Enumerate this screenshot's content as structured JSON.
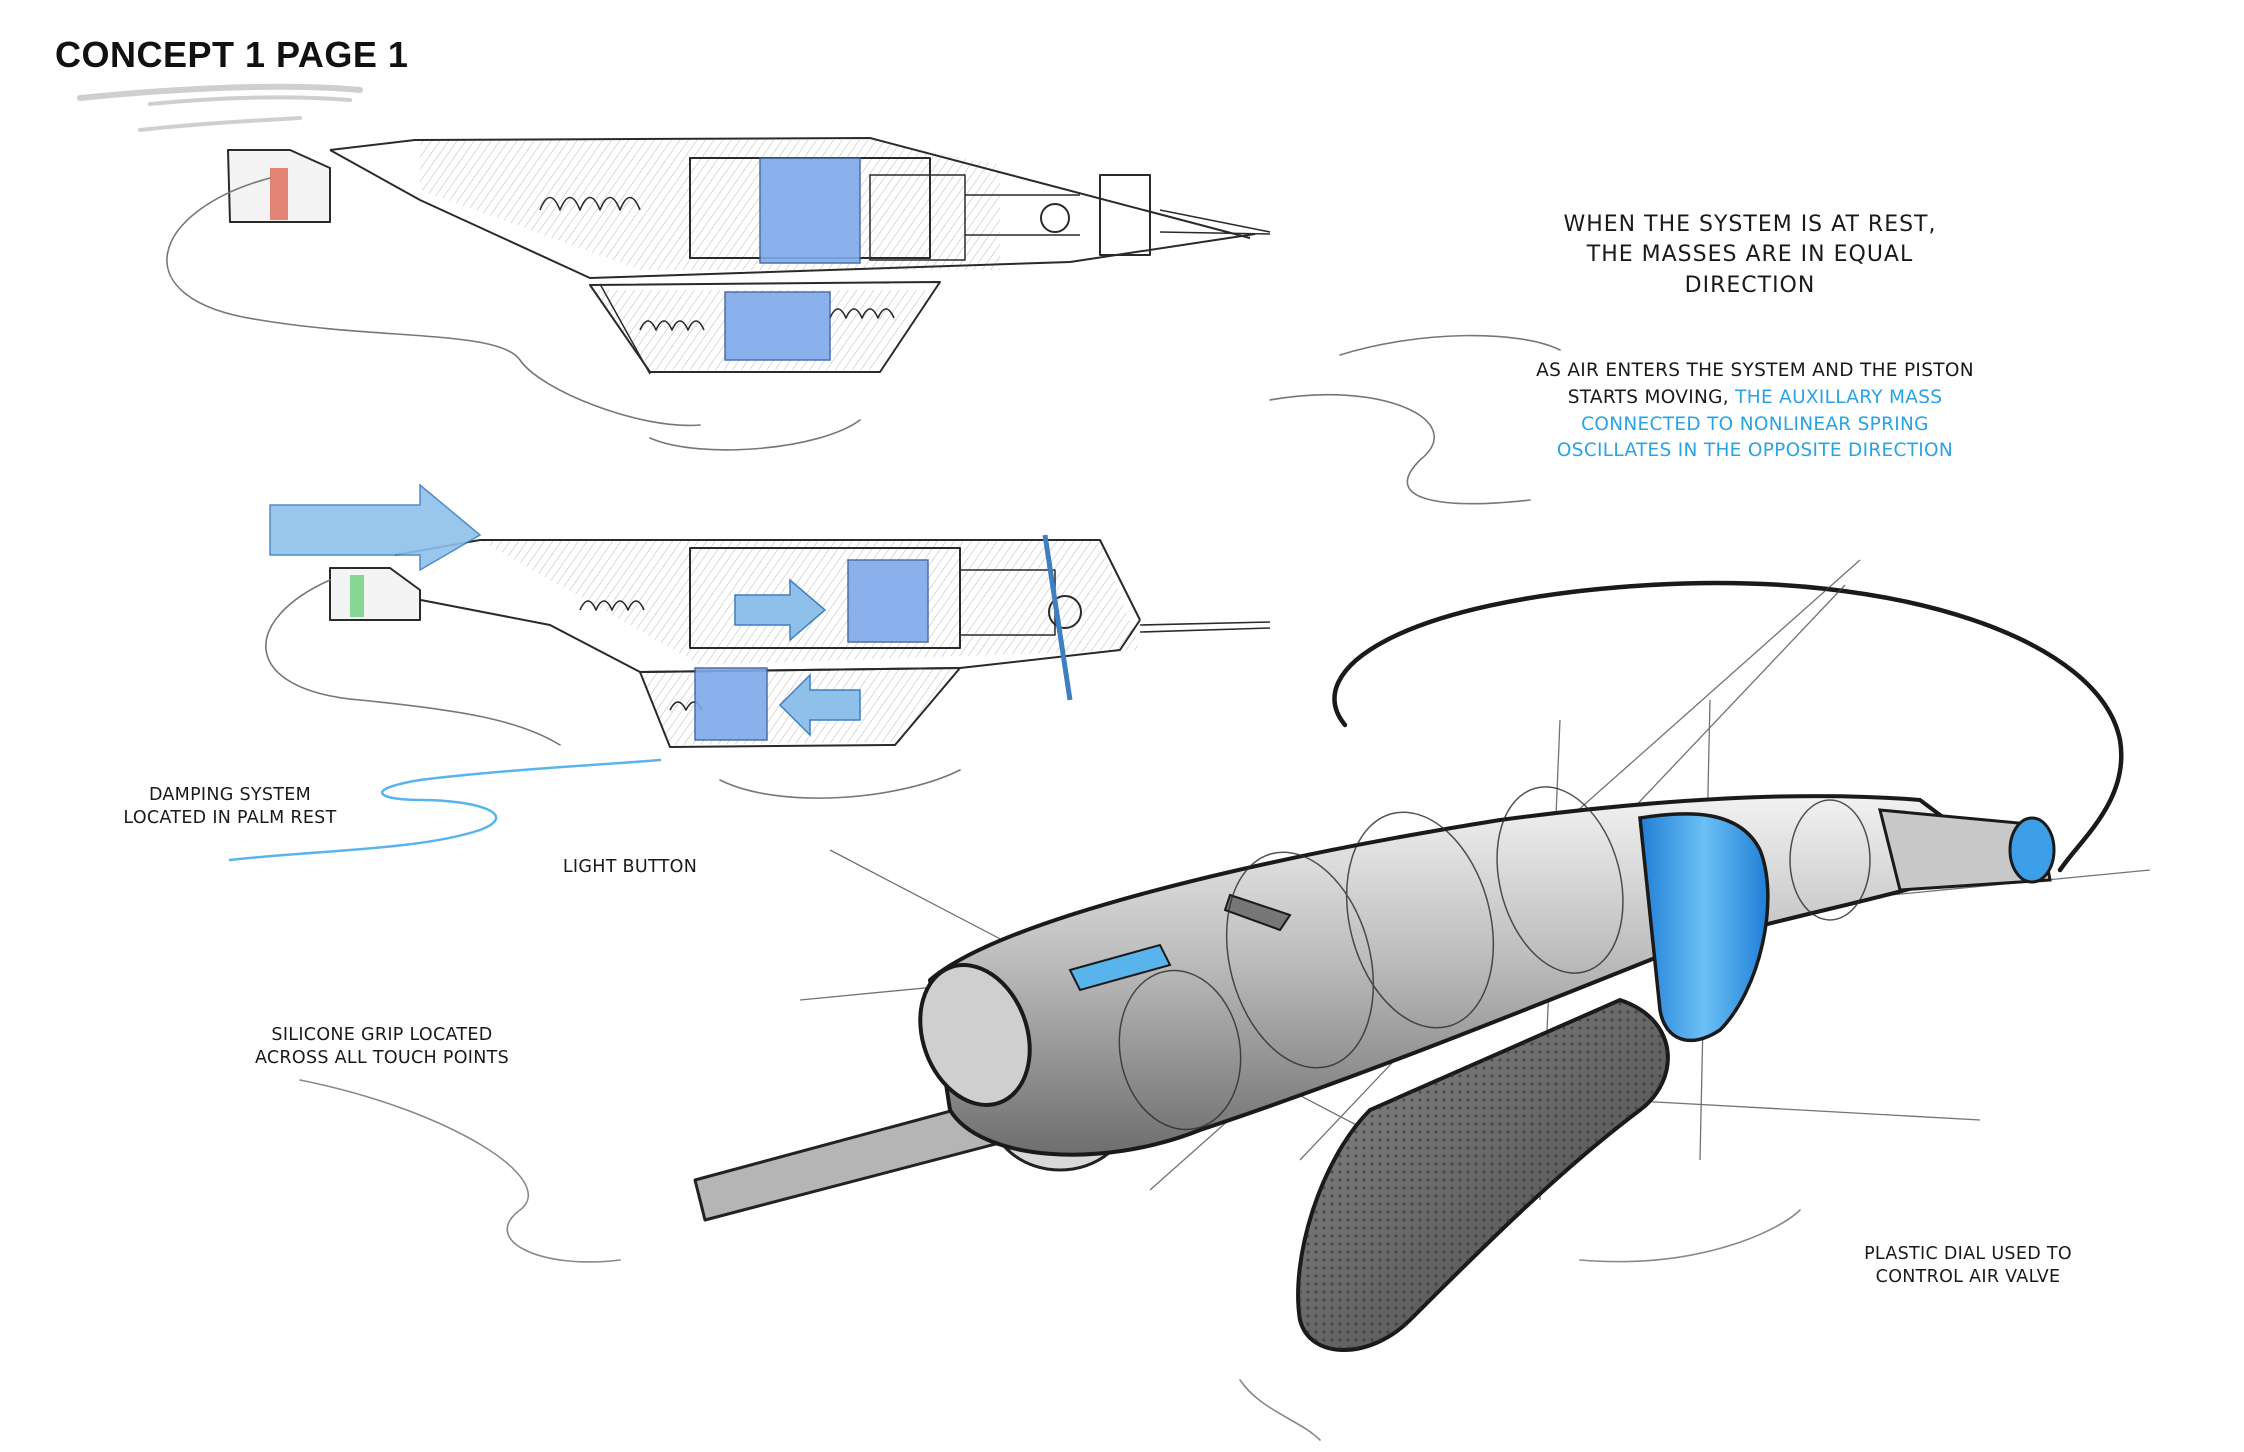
{
  "page": {
    "title": "CONCEPT 1 PAGE 1"
  },
  "notes": {
    "rest_line_1": "WHEN THE SYSTEM IS AT REST,",
    "rest_line_2": "THE MASSES ARE IN EQUAL",
    "rest_line_3": "DIRECTION",
    "air_line_1": "AS AIR ENTERS THE SYSTEM AND THE PISTON",
    "air_line_2_plain": "STARTS MOVING,",
    "air_line_2_highlight": "THE AUXILLARY MASS",
    "air_line_3_highlight": "CONNECTED TO NONLINEAR SPRING",
    "air_line_4_highlight": "OSCILLATES IN THE OPPOSITE DIRECTION"
  },
  "callouts": {
    "damping_line_1": "DAMPING SYSTEM",
    "damping_line_2": "LOCATED IN PALM REST",
    "light_button": "LIGHT BUTTON",
    "grip_line_1": "SILICONE GRIP LOCATED",
    "grip_line_2": "ACROSS ALL TOUCH POINTS",
    "dial_line_1": "PLASTIC DIAL USED TO",
    "dial_line_2": "CONTROL AIR VALVE"
  },
  "colors": {
    "highlight_text": "#29a3e6",
    "mass_blue": "#7fa9ea",
    "grip_blue": "#2f93e6",
    "status_red": "#e07060",
    "status_green": "#7ad48a"
  }
}
